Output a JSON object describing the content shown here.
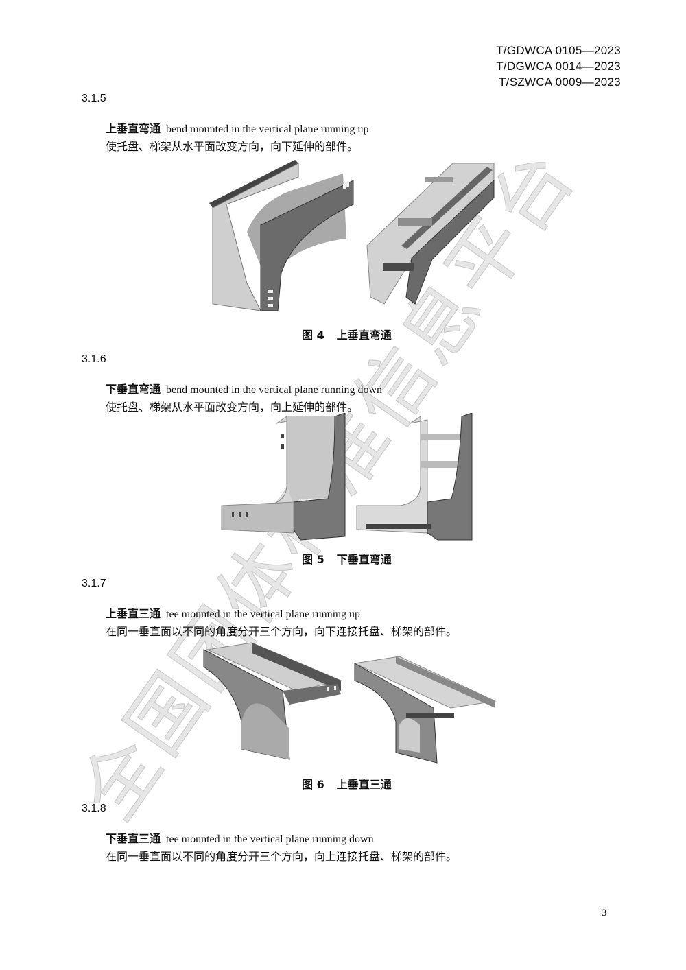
{
  "header": {
    "standards": [
      "T/GDWCA 0105—2023",
      "T/DGWCA 0014—2023",
      "T/SZWCA 0009—2023"
    ]
  },
  "watermark": "全国团体标准信息平台",
  "sections": [
    {
      "number": "3.1.5",
      "term_zh": "上垂直弯通",
      "term_en": "bend mounted in the vertical plane running up",
      "definition": "使托盘、梯架从水平面改变方向，向下延伸的部件。",
      "figure_label": "图 4",
      "figure_title": "上垂直弯通"
    },
    {
      "number": "3.1.6",
      "term_zh": "下垂直弯通",
      "term_en": "bend mounted in the vertical plane running down",
      "definition": "使托盘、梯架从水平面改变方向，向上延伸的部件。",
      "figure_label": "图 5",
      "figure_title": "下垂直弯通"
    },
    {
      "number": "3.1.7",
      "term_zh": "上垂直三通",
      "term_en": "tee mounted in the vertical plane running up",
      "definition": "在同一垂直面以不同的角度分开三个方向，向下连接托盘、梯架的部件。",
      "figure_label": "图 6",
      "figure_title": "上垂直三通"
    },
    {
      "number": "3.1.8",
      "term_zh": "下垂直三通",
      "term_en": "tee mounted in the vertical plane running down",
      "definition": "在同一垂直面以不同的角度分开三个方向，向上连接托盘、梯架的部件。"
    }
  ],
  "footer": {
    "page_number": "3"
  }
}
